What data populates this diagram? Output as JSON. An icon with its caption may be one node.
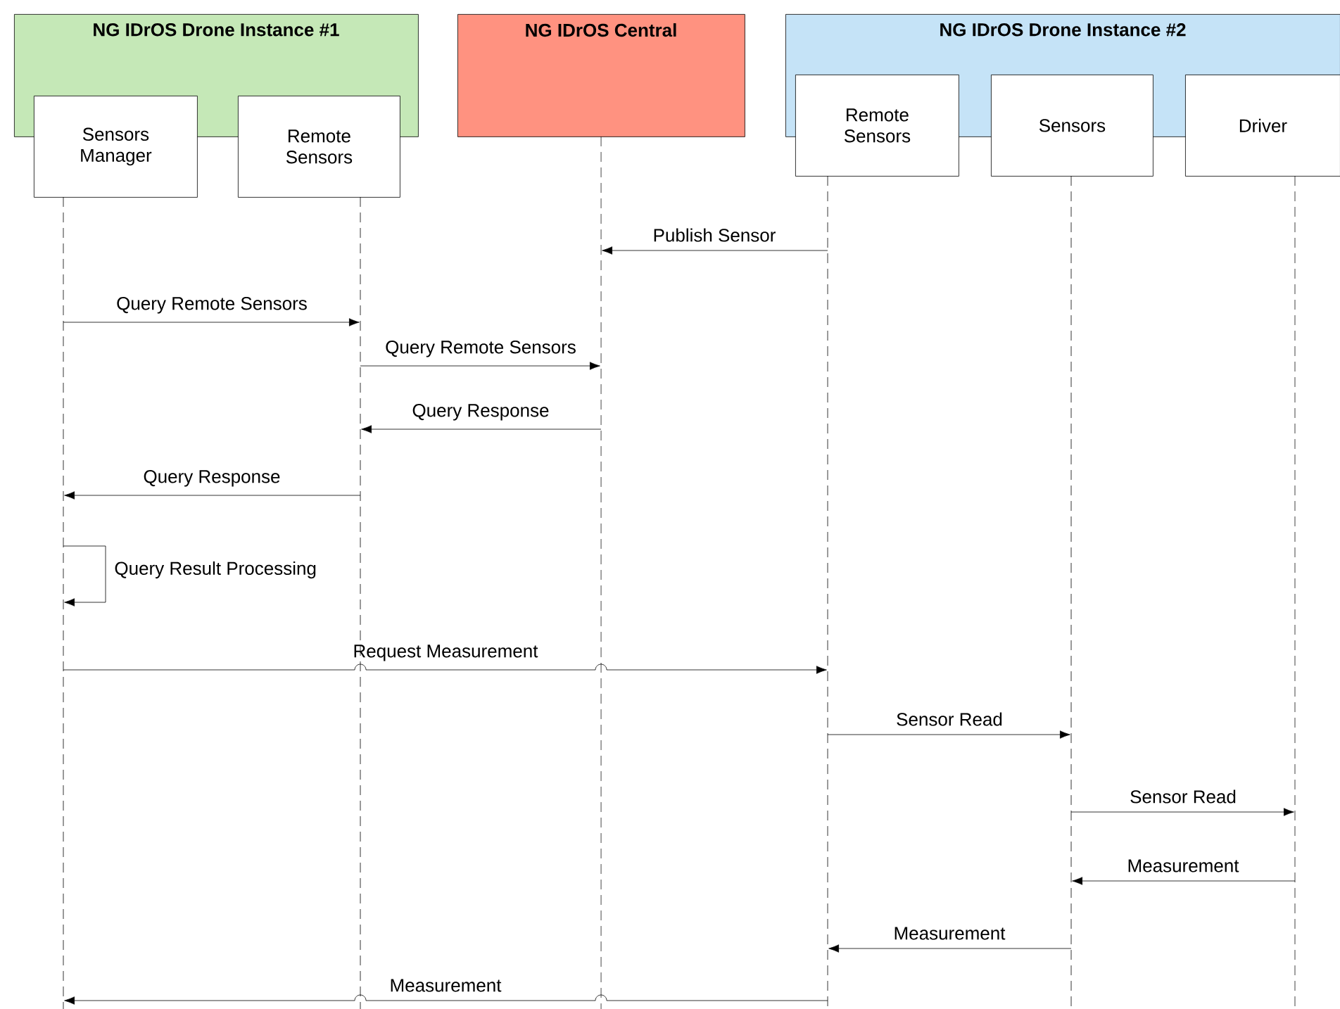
{
  "diagram": {
    "nodes": [
      {
        "text": [
          "NG IDrOS  Drone Instance #1"
        ]
      },
      {
        "text": [
          "Sensors Manager"
        ]
      },
      {
        "text": [
          "Remote Sensors"
        ]
      },
      {
        "text": [
          "NG IDrOS Central"
        ]
      },
      {
        "text": [
          "NG IDrOS Drone Instance #2"
        ]
      },
      {
        "text": [
          "Remote Sensors"
        ]
      },
      {
        "text": [
          "Sensors"
        ]
      },
      {
        "text": [
          "Driver"
        ]
      },
      {
        "text": [],
        "shape": "line"
      },
      {
        "text": [],
        "shape": "line"
      },
      {
        "text": [],
        "shape": "line"
      },
      {
        "text": [],
        "shape": "line"
      },
      {
        "text": [],
        "shape": "line"
      },
      {
        "text": [],
        "shape": "line"
      }
    ],
    "edges": [
      {
        "from": 11,
        "to": 10,
        "arrow": "to",
        "label": "Publish Sensor"
      },
      {
        "from": 8,
        "to": 9,
        "arrow": "to",
        "label": "Query Remote Sensors"
      },
      {
        "from": 9,
        "to": 10,
        "arrow": "to",
        "label": "Query Remote Sensors"
      },
      {
        "from": 10,
        "to": 9,
        "arrow": "to",
        "label": "Query Response"
      },
      {
        "from": 9,
        "to": 8,
        "arrow": "to",
        "label": "Query Response"
      },
      {
        "from": 8,
        "to": 8,
        "arrow": "to",
        "label": "Query Result Processing"
      },
      {
        "from": 8,
        "to": 11,
        "arrow": "to",
        "label": "Request Measurement"
      },
      {
        "from": 11,
        "to": 12,
        "arrow": "to",
        "label": "Sensor Read"
      },
      {
        "from": 12,
        "to": 13,
        "arrow": "to",
        "label": "Sensor Read"
      },
      {
        "from": 13,
        "to": 12,
        "arrow": "to",
        "label": "Measurement"
      },
      {
        "from": 12,
        "to": 11,
        "arrow": "to",
        "label": "Measurement"
      },
      {
        "from": 11,
        "to": 8,
        "arrow": "to",
        "label": "Measurement"
      }
    ]
  }
}
